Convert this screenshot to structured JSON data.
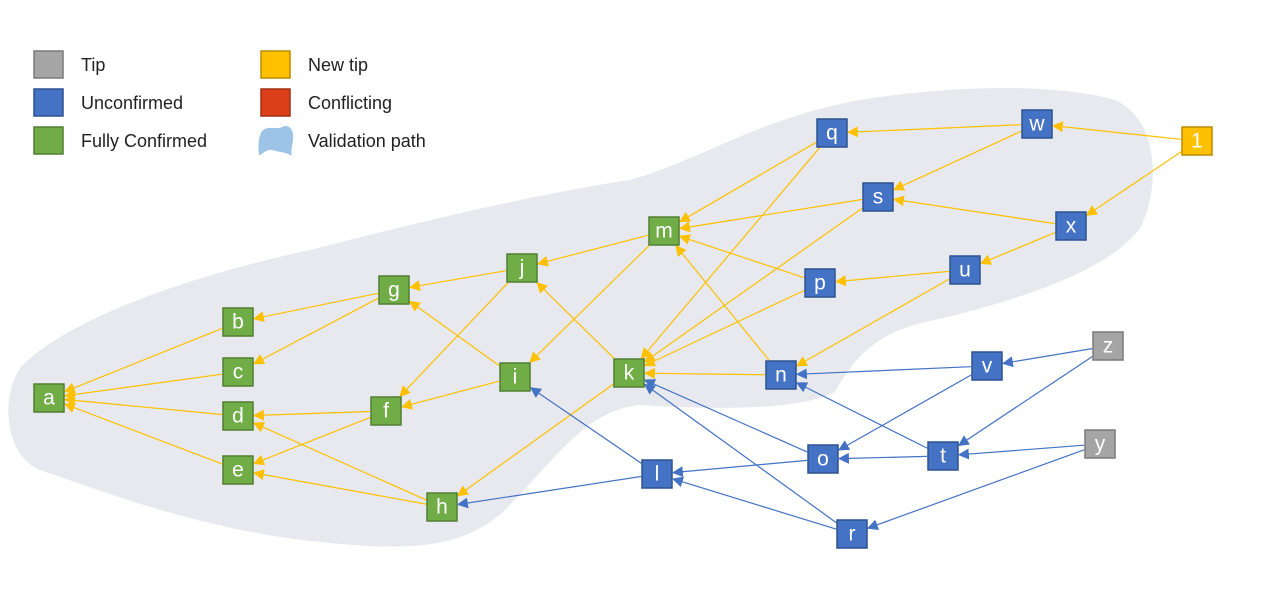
{
  "legend": {
    "tip": {
      "label": "Tip",
      "color": "#a5a5a5"
    },
    "unconfirmed": {
      "label": "Unconfirmed",
      "color": "#4472c4"
    },
    "fully_confirmed": {
      "label": "Fully Confirmed",
      "color": "#70ad47"
    },
    "new_tip": {
      "label": "New tip",
      "color": "#ffc000"
    },
    "conflicting": {
      "label": "Conflicting",
      "color": "#d9401a"
    },
    "validation_path": {
      "label": "Validation path",
      "color": "#9dc3e6"
    }
  },
  "colors": {
    "tip": "#a5a5a5",
    "unconfirmed": "#4472c4",
    "fully_confirmed": "#70ad47",
    "new_tip": "#ffc000",
    "conflicting": "#d9401a",
    "validation_region": "#e7e9ee",
    "yellow_edge": "#ffc000",
    "blue_edge": "#4472c4"
  },
  "nodes": {
    "a": {
      "label": "a",
      "status": "fully_confirmed"
    },
    "b": {
      "label": "b",
      "status": "fully_confirmed"
    },
    "c": {
      "label": "c",
      "status": "fully_confirmed"
    },
    "d": {
      "label": "d",
      "status": "fully_confirmed"
    },
    "e": {
      "label": "e",
      "status": "fully_confirmed"
    },
    "f": {
      "label": "f",
      "status": "fully_confirmed"
    },
    "g": {
      "label": "g",
      "status": "fully_confirmed"
    },
    "h": {
      "label": "h",
      "status": "fully_confirmed"
    },
    "i": {
      "label": "i",
      "status": "fully_confirmed"
    },
    "j": {
      "label": "j",
      "status": "fully_confirmed"
    },
    "k": {
      "label": "k",
      "status": "fully_confirmed"
    },
    "m": {
      "label": "m",
      "status": "fully_confirmed"
    },
    "l": {
      "label": "l",
      "status": "unconfirmed"
    },
    "n": {
      "label": "n",
      "status": "unconfirmed"
    },
    "o": {
      "label": "o",
      "status": "unconfirmed"
    },
    "p": {
      "label": "p",
      "status": "unconfirmed"
    },
    "q": {
      "label": "q",
      "status": "unconfirmed"
    },
    "r": {
      "label": "r",
      "status": "unconfirmed"
    },
    "s": {
      "label": "s",
      "status": "unconfirmed"
    },
    "t": {
      "label": "t",
      "status": "unconfirmed"
    },
    "u": {
      "label": "u",
      "status": "unconfirmed"
    },
    "v": {
      "label": "v",
      "status": "unconfirmed"
    },
    "w": {
      "label": "w",
      "status": "unconfirmed"
    },
    "x": {
      "label": "x",
      "status": "unconfirmed"
    },
    "y": {
      "label": "y",
      "status": "tip"
    },
    "z": {
      "label": "z",
      "status": "tip"
    },
    "one": {
      "label": "1",
      "status": "new_tip"
    }
  },
  "edges": [
    {
      "from": "b",
      "to": "a",
      "kind": "yellow"
    },
    {
      "from": "c",
      "to": "a",
      "kind": "yellow"
    },
    {
      "from": "d",
      "to": "a",
      "kind": "yellow"
    },
    {
      "from": "e",
      "to": "a",
      "kind": "yellow"
    },
    {
      "from": "g",
      "to": "b",
      "kind": "yellow"
    },
    {
      "from": "g",
      "to": "c",
      "kind": "yellow"
    },
    {
      "from": "f",
      "to": "d",
      "kind": "yellow"
    },
    {
      "from": "f",
      "to": "e",
      "kind": "yellow"
    },
    {
      "from": "h",
      "to": "d",
      "kind": "yellow"
    },
    {
      "from": "h",
      "to": "e",
      "kind": "yellow"
    },
    {
      "from": "j",
      "to": "g",
      "kind": "yellow"
    },
    {
      "from": "i",
      "to": "g",
      "kind": "yellow"
    },
    {
      "from": "j",
      "to": "f",
      "kind": "yellow"
    },
    {
      "from": "i",
      "to": "f",
      "kind": "yellow"
    },
    {
      "from": "m",
      "to": "j",
      "kind": "yellow"
    },
    {
      "from": "k",
      "to": "j",
      "kind": "yellow"
    },
    {
      "from": "m",
      "to": "i",
      "kind": "yellow"
    },
    {
      "from": "k",
      "to": "h",
      "kind": "yellow"
    },
    {
      "from": "q",
      "to": "m",
      "kind": "yellow"
    },
    {
      "from": "s",
      "to": "m",
      "kind": "yellow"
    },
    {
      "from": "p",
      "to": "m",
      "kind": "yellow"
    },
    {
      "from": "n",
      "to": "m",
      "kind": "yellow"
    },
    {
      "from": "q",
      "to": "k",
      "kind": "yellow"
    },
    {
      "from": "s",
      "to": "k",
      "kind": "yellow"
    },
    {
      "from": "p",
      "to": "k",
      "kind": "yellow"
    },
    {
      "from": "n",
      "to": "k",
      "kind": "yellow"
    },
    {
      "from": "w",
      "to": "q",
      "kind": "yellow"
    },
    {
      "from": "w",
      "to": "s",
      "kind": "yellow"
    },
    {
      "from": "x",
      "to": "s",
      "kind": "yellow"
    },
    {
      "from": "u",
      "to": "p",
      "kind": "yellow"
    },
    {
      "from": "u",
      "to": "n",
      "kind": "yellow"
    },
    {
      "from": "x",
      "to": "u",
      "kind": "yellow"
    },
    {
      "from": "one",
      "to": "w",
      "kind": "yellow"
    },
    {
      "from": "one",
      "to": "x",
      "kind": "yellow"
    },
    {
      "from": "l",
      "to": "h",
      "kind": "blue"
    },
    {
      "from": "l",
      "to": "i",
      "kind": "blue"
    },
    {
      "from": "o",
      "to": "k",
      "kind": "blue"
    },
    {
      "from": "r",
      "to": "k",
      "kind": "blue"
    },
    {
      "from": "o",
      "to": "l",
      "kind": "blue"
    },
    {
      "from": "r",
      "to": "l",
      "kind": "blue"
    },
    {
      "from": "v",
      "to": "n",
      "kind": "blue"
    },
    {
      "from": "t",
      "to": "n",
      "kind": "blue"
    },
    {
      "from": "v",
      "to": "o",
      "kind": "blue"
    },
    {
      "from": "t",
      "to": "o",
      "kind": "blue"
    },
    {
      "from": "z",
      "to": "v",
      "kind": "blue"
    },
    {
      "from": "z",
      "to": "t",
      "kind": "blue"
    },
    {
      "from": "y",
      "to": "t",
      "kind": "blue"
    },
    {
      "from": "y",
      "to": "r",
      "kind": "blue"
    }
  ]
}
